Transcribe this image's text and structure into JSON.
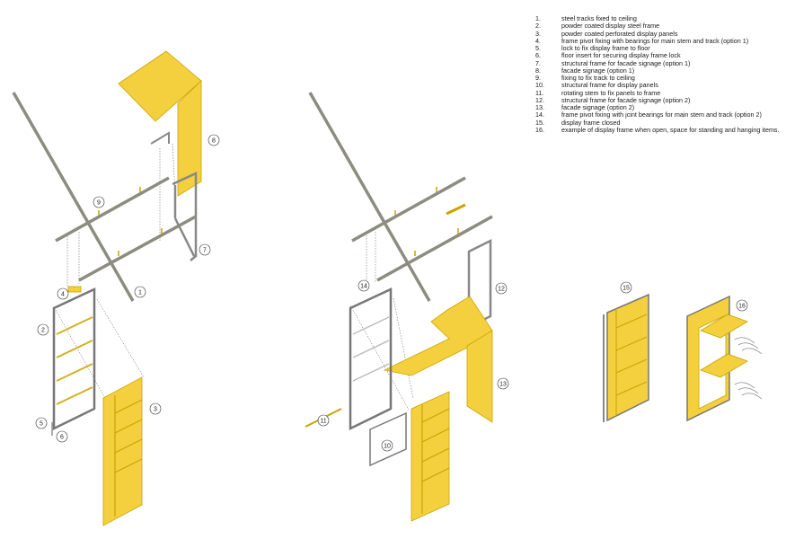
{
  "legend": [
    {
      "num": "1.",
      "text": "steel tracks fixed to ceiling"
    },
    {
      "num": "2.",
      "text": "powder coated display steel frame"
    },
    {
      "num": "3.",
      "text": "powder coated perforated display panels"
    },
    {
      "num": "4.",
      "text": "frame pivot fixing with bearings for main stem and track (option 1)"
    },
    {
      "num": "5.",
      "text": "lock to fix display frame to floor"
    },
    {
      "num": "6.",
      "text": "floor insert for securing display frame lock"
    },
    {
      "num": "7.",
      "text": "structural frame for facade signage (option 1)"
    },
    {
      "num": "8.",
      "text": "facade signage (option 1)"
    },
    {
      "num": "9.",
      "text": "fixing to fix track to ceiling"
    },
    {
      "num": "10.",
      "text": "structural frame for display panels"
    },
    {
      "num": "11.",
      "text": "  rotating stem to fix panels to frame"
    },
    {
      "num": "12.",
      "text": "structural frame for facade signage (option 2)"
    },
    {
      "num": "13.",
      "text": "facade signage (option 2)"
    },
    {
      "num": "14.",
      "text": "frame pivot fixing with jcint bearings for main stem and track (option 2)"
    },
    {
      "num": "15.",
      "text": "display frame closed"
    },
    {
      "num": "16.",
      "text": "example of display frame when open, space for standing and hanging items."
    }
  ],
  "callouts": [
    "1",
    "2",
    "3",
    "4",
    "5",
    "6",
    "7",
    "8",
    "9",
    "10",
    "11",
    "12",
    "13",
    "14",
    "15",
    "16"
  ],
  "colors": {
    "panel": "#f4d03f",
    "panel_edge": "#c9a400",
    "steel": "#8c8c80",
    "line": "#444444"
  }
}
